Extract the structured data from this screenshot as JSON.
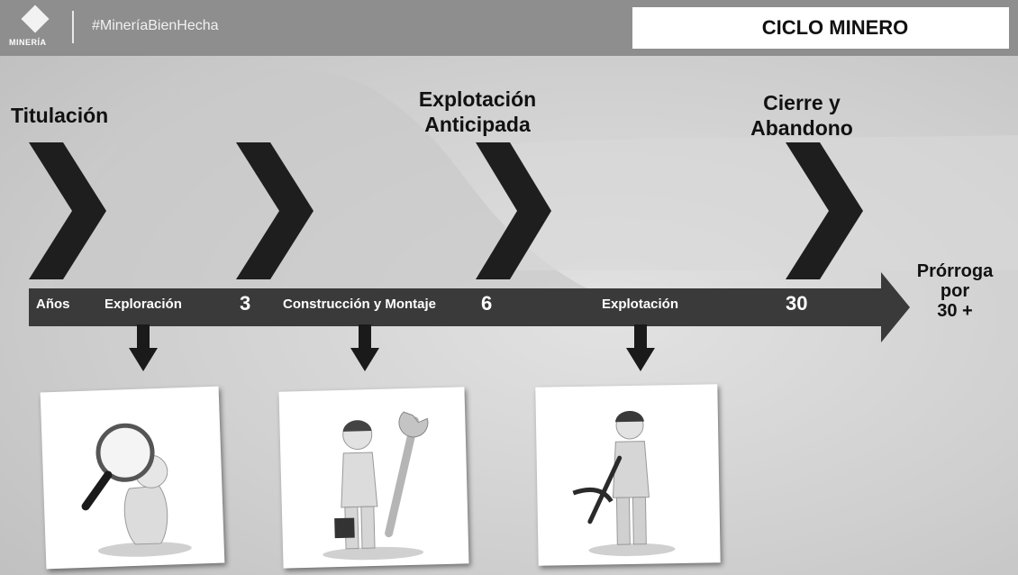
{
  "header": {
    "logo_text": "MINERÍA",
    "hashtag": "#MineríaBienHecha",
    "title": "CICLO MINERO"
  },
  "stages_top": {
    "titulacion": "Titulación",
    "explotacion_anticipada_line1": "Explotación",
    "explotacion_anticipada_line2": "Anticipada",
    "cierre_line1": "Cierre y",
    "cierre_line2": "Abandono"
  },
  "timeline": {
    "anos": "Años",
    "exploracion": "Exploración",
    "year_3": "3",
    "construccion": "Construcción y Montaje",
    "year_6": "6",
    "explotacion": "Explotación",
    "year_30": "30"
  },
  "prorroga": {
    "line1": "Prórroga",
    "line2": "por",
    "line3": "30 +"
  },
  "illustrations": [
    "magnifying-glass-figure",
    "worker-with-wrench-figure",
    "miner-with-pickaxe-figure"
  ],
  "colors": {
    "header_bar": "#8e8e8e",
    "chevron": "#1e1e1e",
    "timeline_arrow": "#3a3a3a"
  }
}
